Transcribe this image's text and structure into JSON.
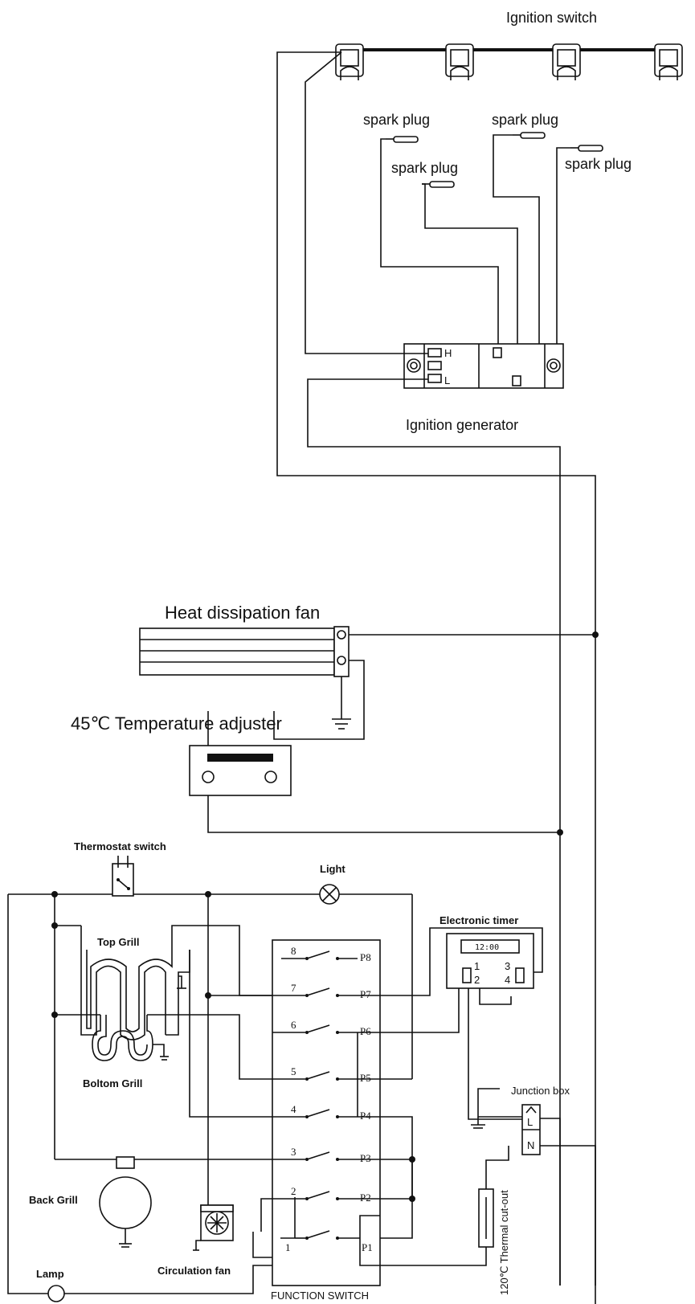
{
  "labels": {
    "ignition_switch": "Ignition switch",
    "spark_plug": "spark plug",
    "ignition_generator": "Ignition generator",
    "heat_dissipation_fan": "Heat dissipation fan",
    "temperature_adjuster": "45℃ Temperature adjuster",
    "thermostat_switch": "Thermostat switch",
    "light": "Light",
    "top_grill": "Top  Grill",
    "bottom_grill": "Boltom Grill",
    "back_grill": "Back Grill",
    "lamp": "Lamp",
    "circulation_fan": "Circulation fan",
    "function_switch": "FUNCTION SWITCH",
    "electronic_timer": "Electronic timer",
    "timer_display": "12:00",
    "junction_box": "Junction box",
    "thermal_cutout": "120℃ Thermal cut-out",
    "generator_marks": [
      "H",
      "L"
    ],
    "junction_marks": [
      "L",
      "N"
    ]
  },
  "function_switch": {
    "left_terminals": [
      "8",
      "7",
      "6",
      "5",
      "4",
      "3",
      "2",
      "1"
    ],
    "right_terminals": [
      "P8",
      "P7",
      "P6",
      "P5",
      "P4",
      "P3",
      "P2",
      "P1"
    ]
  },
  "timer_pins": [
    "1",
    "2",
    "3",
    "4"
  ]
}
